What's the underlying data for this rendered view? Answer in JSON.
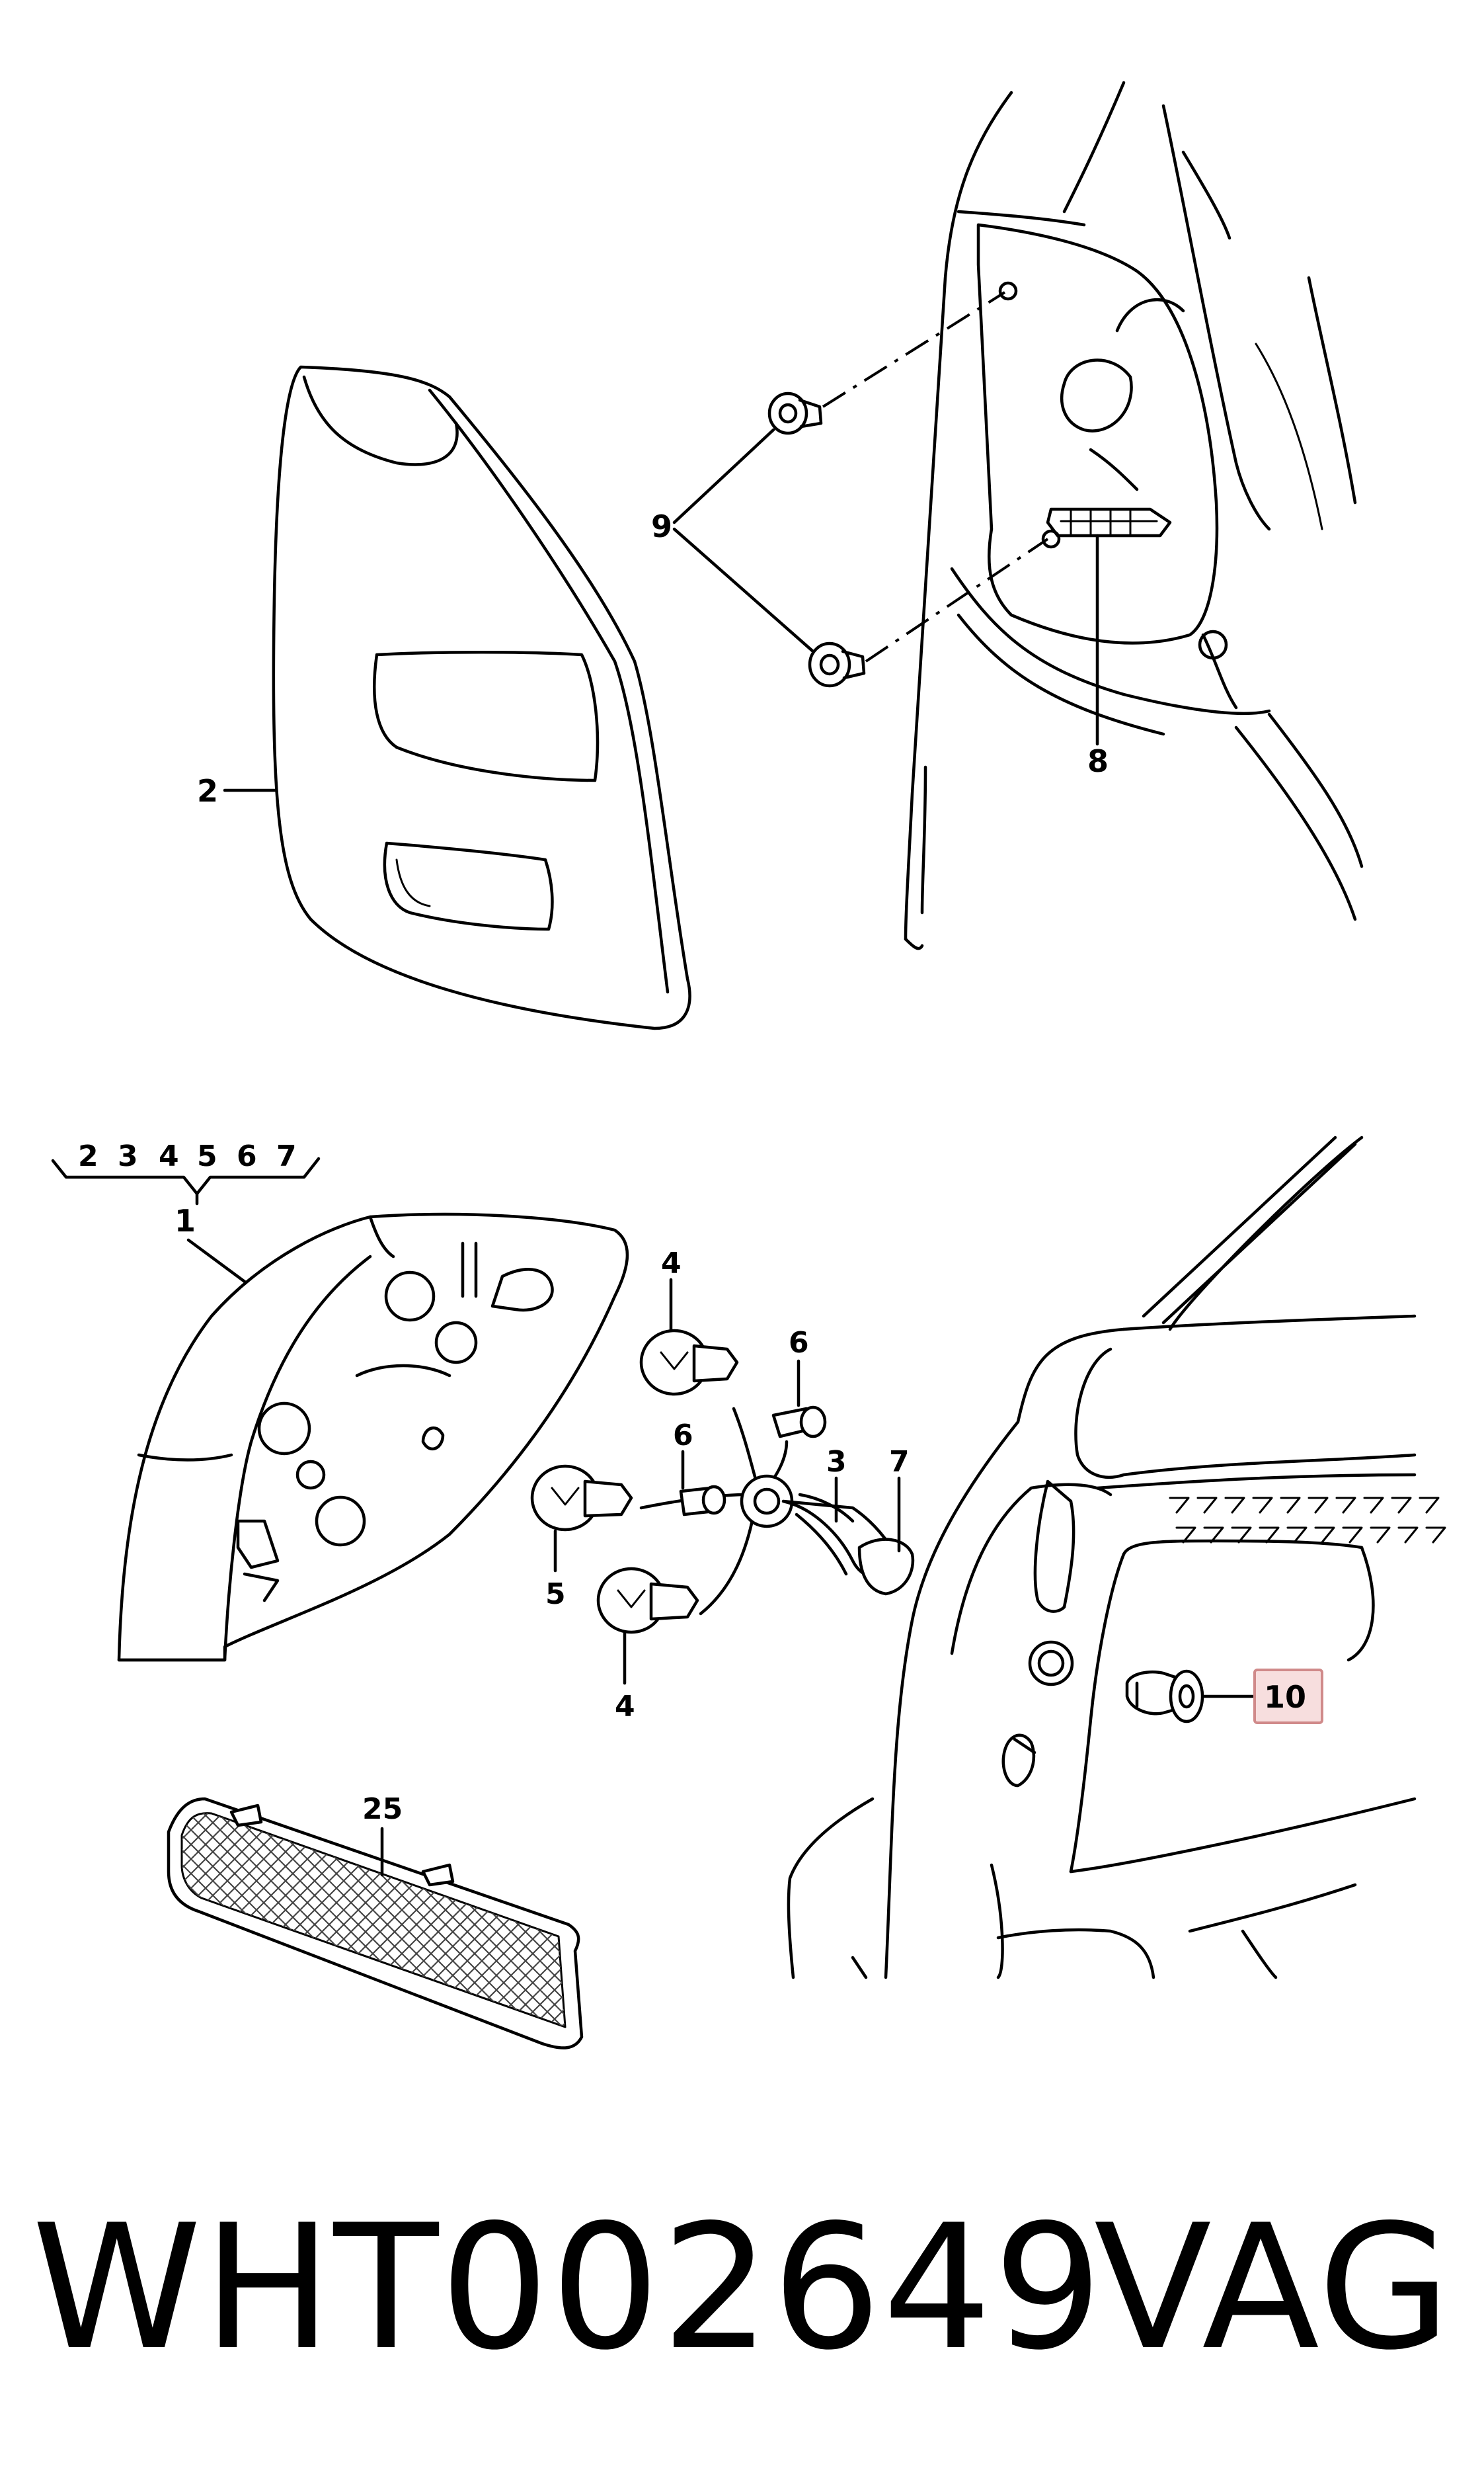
{
  "callouts": {
    "c2": "2",
    "c8": "8",
    "c9": "9",
    "c1": "1",
    "c25": "25",
    "c4a": "4",
    "c4b": "4",
    "c5": "5",
    "c6a": "6",
    "c6b": "6",
    "c3": "3",
    "c7": "7",
    "c10": "10",
    "group": [
      "2",
      "3",
      "4",
      "5",
      "6",
      "7"
    ]
  },
  "highlight_color": "#f7dede",
  "highlight_border": "#d08a8a",
  "footer": {
    "part_number": "WHT002649",
    "brand": "VAG"
  }
}
